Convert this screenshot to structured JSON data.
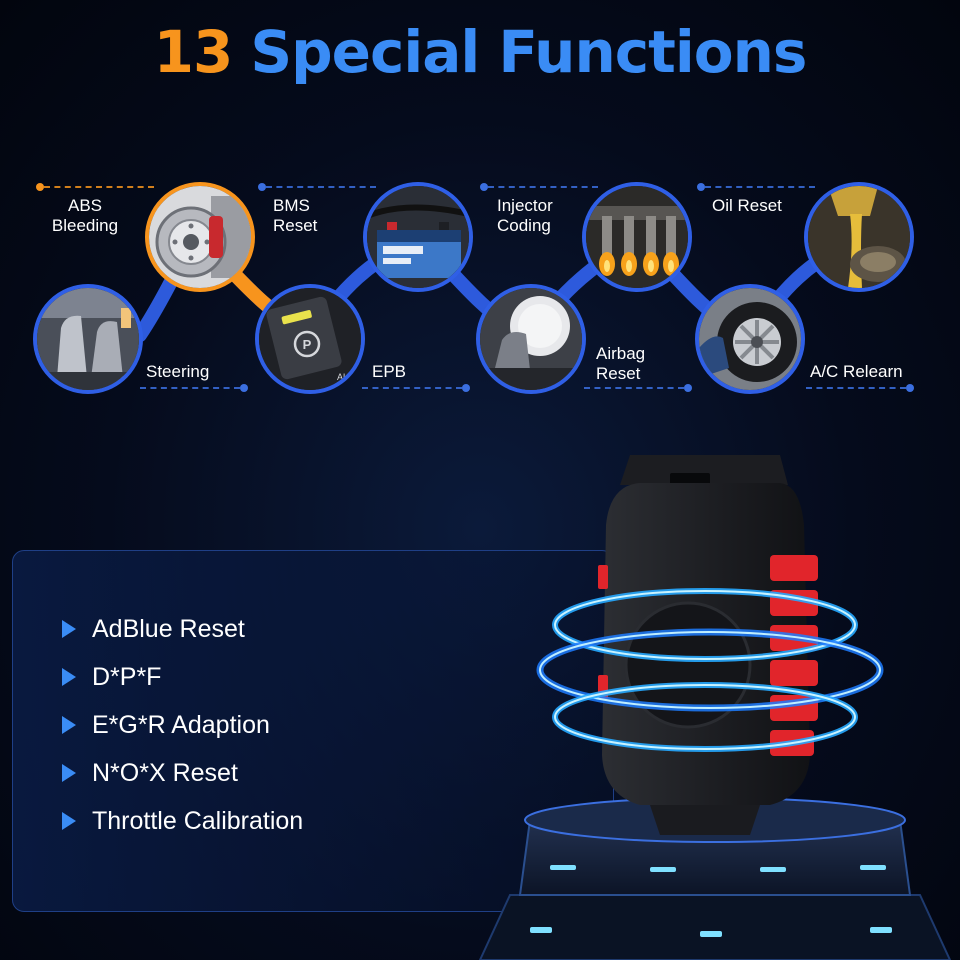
{
  "headline": {
    "number": "13",
    "text": "Special Functions"
  },
  "functions_top": [
    {
      "label_line1": "ABS",
      "label_line2": "Bleeding",
      "icon": "brake-disc-icon"
    },
    {
      "label_line1": "BMS",
      "label_line2": "Reset",
      "icon": "battery-icon"
    },
    {
      "label_line1": "Injector",
      "label_line2": "Coding",
      "icon": "injector-icon"
    },
    {
      "label_line1": "Oil Reset",
      "label_line2": "",
      "icon": "oil-pour-icon"
    }
  ],
  "functions_bottom": [
    {
      "label_line1": "Steering",
      "label_line2": "",
      "icon": "car-seat-icon"
    },
    {
      "label_line1": "EPB",
      "label_line2": "",
      "icon": "parking-brake-icon"
    },
    {
      "label_line1": "Airbag",
      "label_line2": "Reset",
      "icon": "airbag-icon"
    },
    {
      "label_line1": "A/C Relearn",
      "label_line2": "",
      "icon": "tire-icon"
    }
  ],
  "epb_button_text": "AUTO",
  "extra_functions": [
    "AdBlue Reset",
    "D*P*F",
    "E*G*R Adaption",
    "N*O*X Reset",
    "Throttle Calibration"
  ],
  "colors": {
    "accent_orange": "#f7941d",
    "accent_blue": "#3a8cf5",
    "ring_blue": "#2f5fe6",
    "device_red": "#e1252b"
  }
}
